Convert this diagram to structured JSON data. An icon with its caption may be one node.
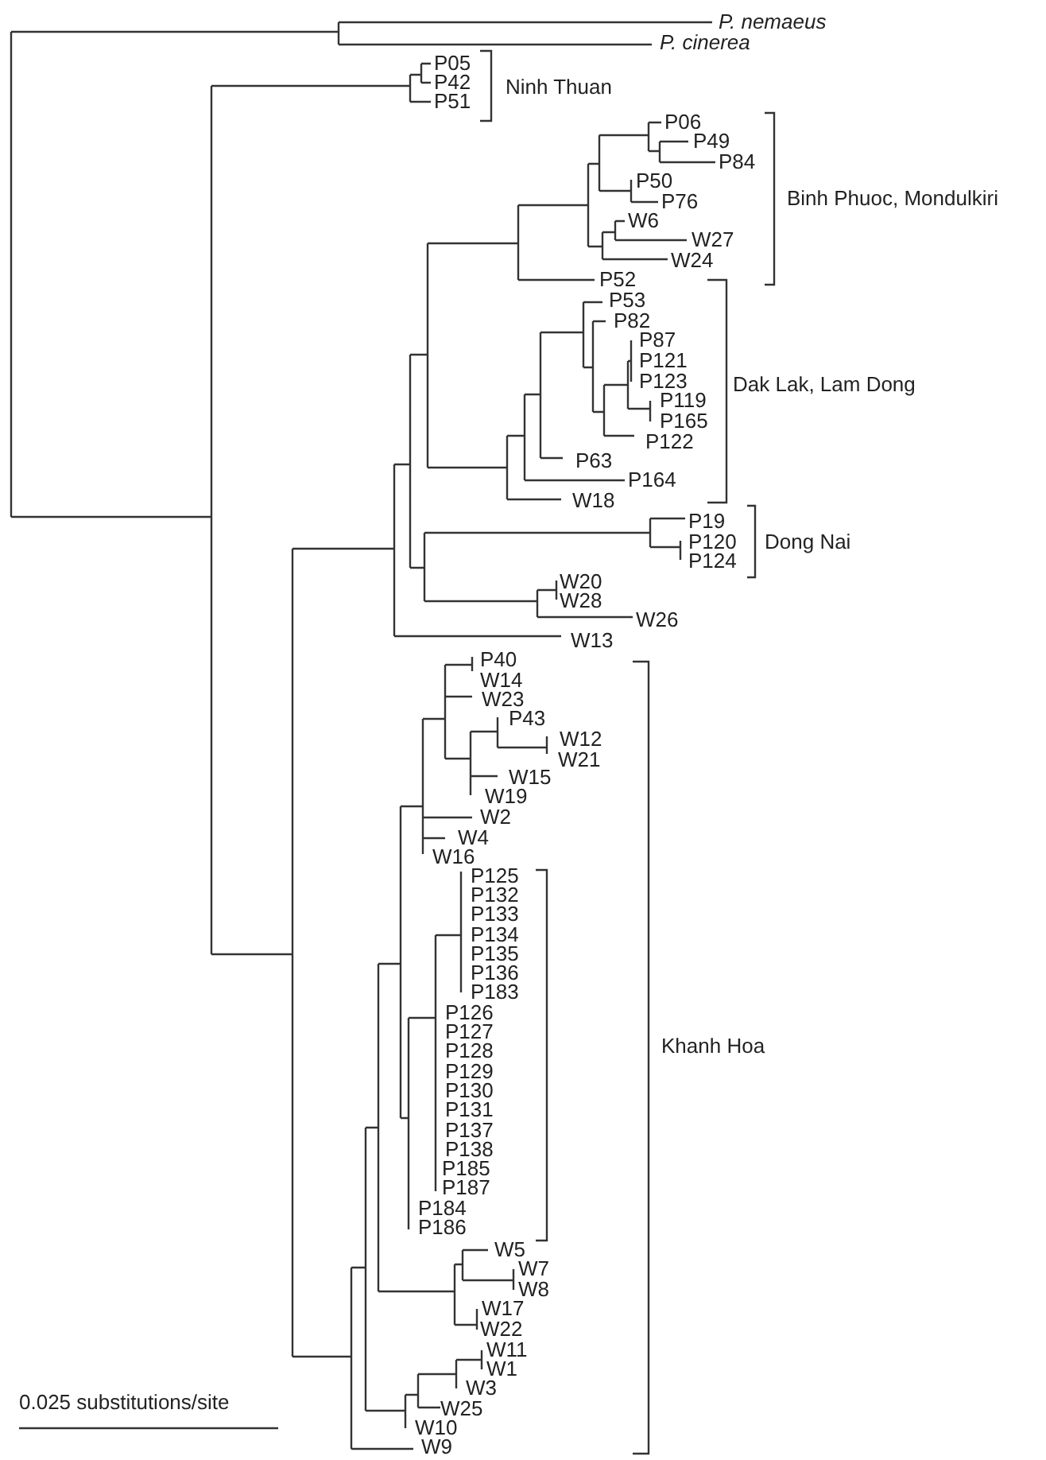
{
  "diagram": {
    "labels": [
      "P. nemaeus",
      "P. cinerea",
      "P05",
      "P42",
      "P51",
      "Ninh Thuan",
      "P06",
      "P49",
      "P84",
      "P50",
      "Binh Phuoc, Mondulkiri",
      "P76",
      "W6",
      "W27",
      "W24",
      "P52",
      "P53",
      "P82",
      "P87",
      "P121",
      "P123",
      "Dak Lak, Lam Dong",
      "P119",
      "P165",
      "P122",
      "P63",
      "P164",
      "W18",
      "P19",
      "P120",
      "Dong Nai",
      "P124",
      "W20",
      "W28",
      "W26",
      "W13",
      "P40",
      "W14",
      "W23",
      "P43",
      "W12",
      "W21",
      "W15",
      "W19",
      "W2",
      "W4",
      "W16",
      "P125",
      "P132",
      "P133",
      "P134",
      "P135",
      "P136",
      "P183",
      "P126",
      "P127",
      "Khanh Hoa",
      "P128",
      "P129",
      "P130",
      "P131",
      "P137",
      "P138",
      "P185",
      "P187",
      "P184",
      "P186",
      "W5",
      "W7",
      "W8",
      "W17",
      "W22",
      "W11",
      "W1",
      "W3",
      "0.025 substitutions/site",
      "W25",
      "W10",
      "W9"
    ]
  }
}
